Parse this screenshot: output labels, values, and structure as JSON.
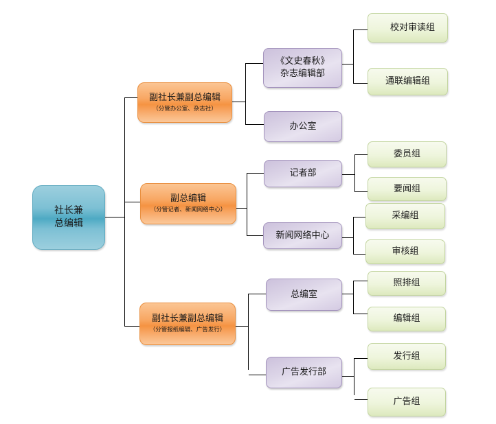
{
  "diagram": {
    "type": "org-chart",
    "root": {
      "line1": "社长兼",
      "line2": "总编辑"
    },
    "branches": [
      {
        "title": "副社长兼副总编辑",
        "subtitle": "（分管办公室、杂志社）",
        "departments": [
          {
            "line1": "《文史春秋》",
            "line2": "杂志编辑部",
            "groups": [
              "校对审读组",
              "通联编辑组"
            ]
          },
          {
            "line1": "办公室",
            "groups": []
          }
        ]
      },
      {
        "title": "副总编辑",
        "subtitle": "（分管记者、新闻网络中心）",
        "departments": [
          {
            "line1": "记者部",
            "groups": [
              "委员组",
              "要闻组"
            ]
          },
          {
            "line1": "新闻网络中心",
            "groups": [
              "采编组",
              "审核组"
            ]
          }
        ]
      },
      {
        "title": "副社长兼副总编辑",
        "subtitle": "（分管报纸编辑、广告发行）",
        "departments": [
          {
            "line1": "总编室",
            "groups": [
              "照排组",
              "编辑组"
            ]
          },
          {
            "line1": "广告发行部",
            "groups": [
              "发行组",
              "广告组"
            ]
          }
        ]
      }
    ]
  },
  "colors": {
    "root": "#4eaac4",
    "level1": "#f59342",
    "level2": "#ddd6e8",
    "level3": "#eef5dc",
    "connector": "#000000"
  }
}
